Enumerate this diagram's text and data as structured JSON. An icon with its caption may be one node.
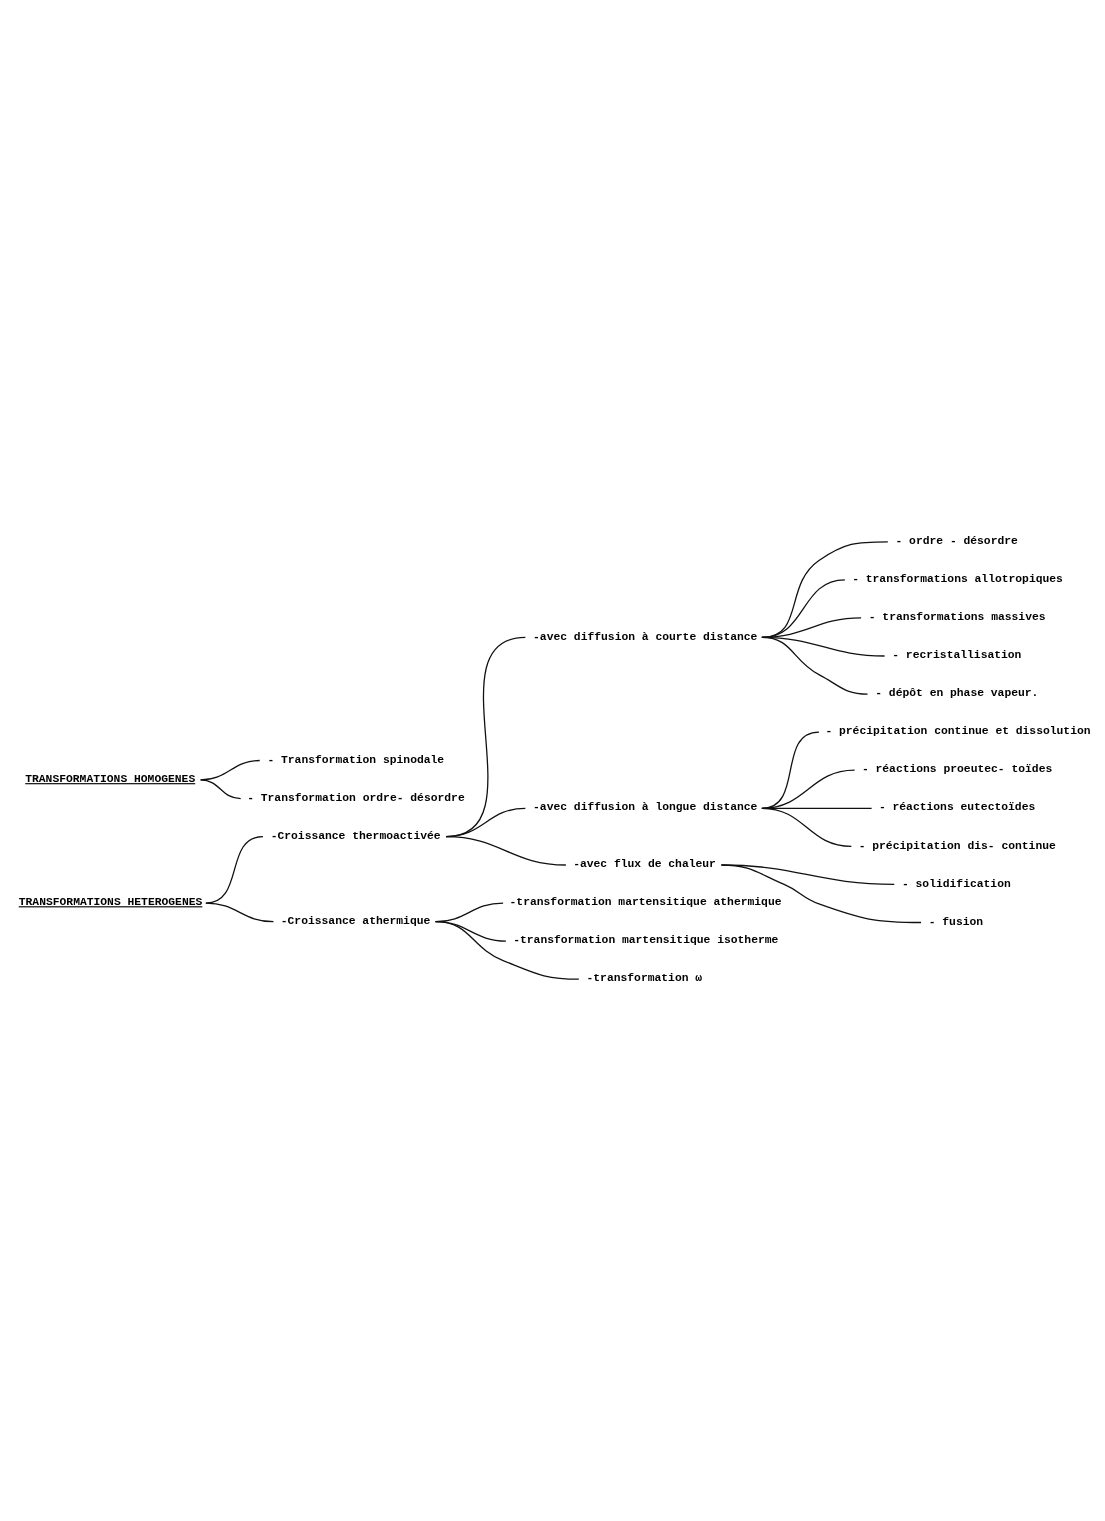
{
  "diagram": {
    "nodes": [
      {
        "text": [
          "TRANSFORMATIONS HETEROGENES"
        ]
      },
      {
        "text": [
          "-Croissance thermoactivée"
        ]
      },
      {
        "text": [
          "-avec diffusion à courte distance"
        ]
      },
      {
        "text": [
          "- ordre - désordre"
        ]
      },
      {
        "text": [
          "- transformations allotropiques"
        ]
      },
      {
        "text": [
          "- transformations massives"
        ]
      },
      {
        "text": [
          "- recristallisation"
        ]
      },
      {
        "text": [
          "- dépôt en phase vapeur."
        ]
      },
      {
        "text": [
          "-avec diffusion à longue distance"
        ]
      },
      {
        "text": [
          "- précipitation continue et dissolution"
        ]
      },
      {
        "text": [
          "- réactions proeutec- toïdes"
        ]
      },
      {
        "text": [
          "- réactions eutectoïdes"
        ]
      },
      {
        "text": [
          "- précipitation dis- continue"
        ]
      },
      {
        "text": [
          "-avec flux de chaleur"
        ]
      },
      {
        "text": [
          "- solidification"
        ]
      },
      {
        "text": [
          "- fusion"
        ]
      },
      {
        "text": [
          "-Croissance athermique"
        ]
      },
      {
        "text": [
          "-transformation martensitique athermique"
        ]
      },
      {
        "text": [
          "-transformation martensitique isotherme"
        ]
      },
      {
        "text": [
          "-transformation ω"
        ]
      },
      {
        "text": [
          "TRANSFORMATIONS HOMOGENES"
        ]
      },
      {
        "text": [
          "- Transformation spinodale"
        ]
      },
      {
        "text": [
          "- Transformation ordre- désordre"
        ]
      }
    ],
    "edges": [
      {
        "from": 0,
        "to": 1,
        "arrow": "none"
      },
      {
        "from": 0,
        "to": 16,
        "arrow": "none"
      },
      {
        "from": 1,
        "to": 2,
        "arrow": "none"
      },
      {
        "from": 1,
        "to": 8,
        "arrow": "none"
      },
      {
        "from": 1,
        "to": 13,
        "arrow": "none"
      },
      {
        "from": 2,
        "to": 3,
        "arrow": "none"
      },
      {
        "from": 2,
        "to": 4,
        "arrow": "none"
      },
      {
        "from": 2,
        "to": 5,
        "arrow": "none"
      },
      {
        "from": 2,
        "to": 6,
        "arrow": "none"
      },
      {
        "from": 2,
        "to": 7,
        "arrow": "none"
      },
      {
        "from": 8,
        "to": 9,
        "arrow": "none"
      },
      {
        "from": 8,
        "to": 10,
        "arrow": "none"
      },
      {
        "from": 8,
        "to": 11,
        "arrow": "none"
      },
      {
        "from": 8,
        "to": 12,
        "arrow": "none"
      },
      {
        "from": 13,
        "to": 14,
        "arrow": "none"
      },
      {
        "from": 13,
        "to": 15,
        "arrow": "none"
      },
      {
        "from": 16,
        "to": 17,
        "arrow": "none"
      },
      {
        "from": 16,
        "to": 18,
        "arrow": "none"
      },
      {
        "from": 16,
        "to": 19,
        "arrow": "none"
      },
      {
        "from": 20,
        "to": 21,
        "arrow": "none"
      },
      {
        "from": 20,
        "to": 22,
        "arrow": "none"
      }
    ]
  }
}
